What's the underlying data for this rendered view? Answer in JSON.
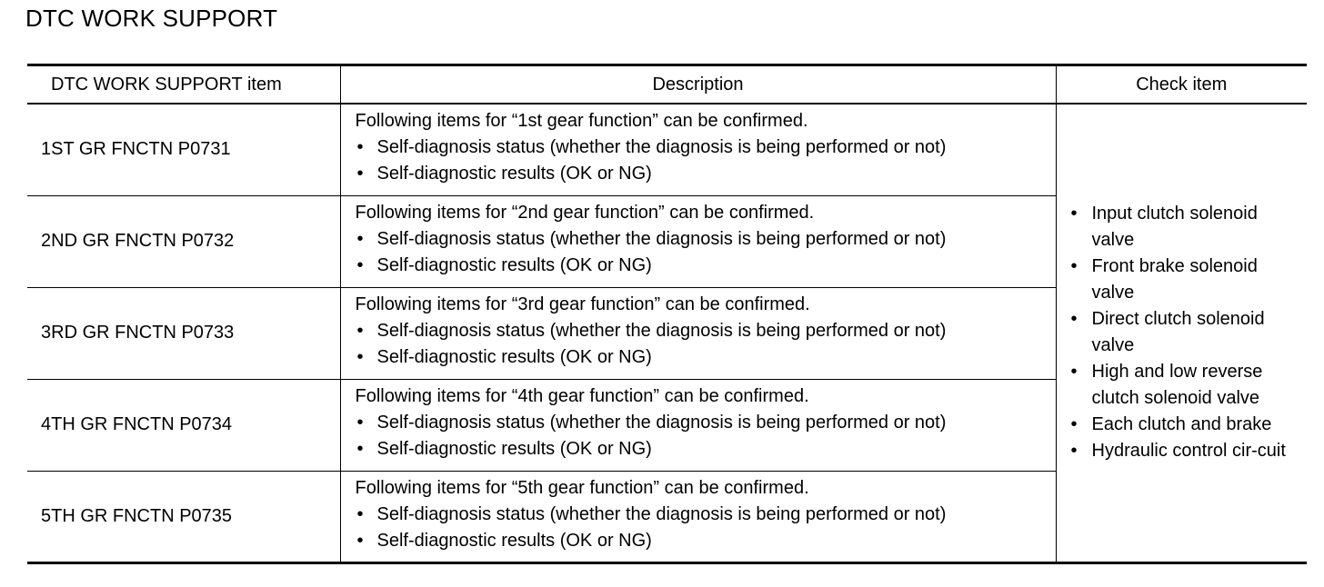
{
  "page_title": "DTC WORK SUPPORT",
  "table": {
    "headers": [
      "DTC WORK SUPPORT item",
      "Description",
      "Check item"
    ],
    "rows": [
      {
        "item": "1ST GR FNCTN P0731",
        "description": "Following items for “1st gear function” can be confirmed.",
        "bullets": [
          "Self-diagnosis status (whether the diagnosis is being performed or not)",
          "Self-diagnostic results (OK or NG)"
        ]
      },
      {
        "item": "2ND GR FNCTN P0732",
        "description": "Following items for “2nd gear function” can be confirmed.",
        "bullets": [
          "Self-diagnosis status (whether the diagnosis is being performed or not)",
          "Self-diagnostic results (OK or NG)"
        ]
      },
      {
        "item": "3RD GR FNCTN P0733",
        "description": "Following items for “3rd gear function” can be confirmed.",
        "bullets": [
          "Self-diagnosis status (whether the diagnosis is being performed or not)",
          "Self-diagnostic results (OK or NG)"
        ]
      },
      {
        "item": "4TH GR FNCTN P0734",
        "description": "Following items for “4th gear function” can be confirmed.",
        "bullets": [
          "Self-diagnosis status (whether the diagnosis is being performed or not)",
          "Self-diagnostic results (OK or NG)"
        ]
      },
      {
        "item": "5TH GR FNCTN P0735",
        "description": "Following items for “5th gear function” can be confirmed.",
        "bullets": [
          "Self-diagnosis status (whether the diagnosis is being performed or not)",
          "Self-diagnostic results (OK or NG)"
        ]
      }
    ],
    "check_items": [
      "Input clutch solenoid valve",
      "Front brake solenoid valve",
      "Direct clutch solenoid valve",
      "High and low reverse clutch solenoid valve",
      "Each clutch and brake",
      "Hydraulic control cir-cuit"
    ],
    "bullet_glyph": "•"
  }
}
